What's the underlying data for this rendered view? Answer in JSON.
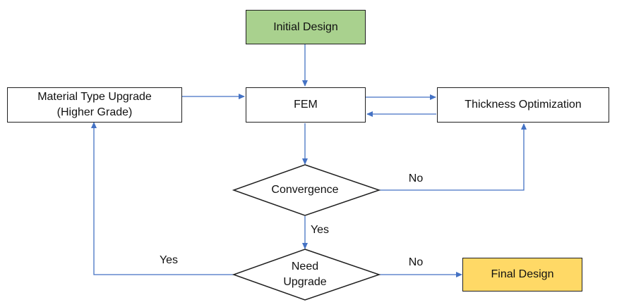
{
  "nodes": {
    "initial_design": "Initial Design",
    "fem": "FEM",
    "material_upgrade_line1": "Material Type Upgrade",
    "material_upgrade_line2": "(Higher Grade)",
    "thickness_optimization": "Thickness Optimization",
    "convergence": "Convergence",
    "need_upgrade_line1": "Need",
    "need_upgrade_line2": "Upgrade",
    "final_design": "Final Design"
  },
  "edge_labels": {
    "convergence_no": "No",
    "convergence_yes": "Yes",
    "upgrade_yes": "Yes",
    "upgrade_no": "No"
  },
  "colors": {
    "initial_fill": "#a9d18e",
    "final_fill": "#ffd966",
    "arrow": "#4472c4",
    "border": "#1f1f1f"
  }
}
